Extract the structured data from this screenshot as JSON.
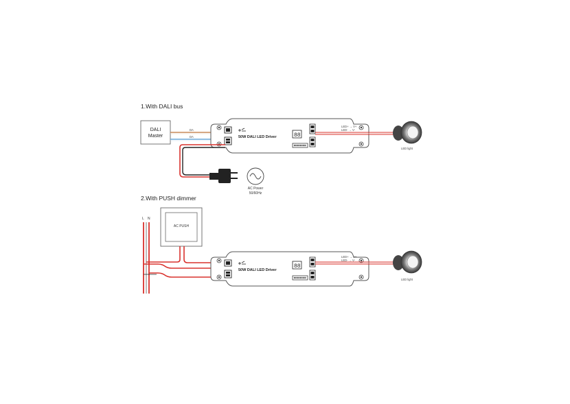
{
  "section1": {
    "heading": "1.With DALI bus",
    "master_line1": "DALI",
    "master_line2": "Master",
    "da_top": "DA",
    "da_bottom": "DA",
    "driver_label": "50W DALI LED Driver",
    "output_plus": "LED+ → V+",
    "output_minus": "LED- → V-",
    "light_label": "LED light",
    "ac_power_line1": "AC Power",
    "ac_power_line2": "50/60Hz"
  },
  "section2": {
    "heading": "2.With PUSH dimmer",
    "line_l": "L",
    "line_n": "N",
    "push_label": "AC PUSH",
    "driver_label": "50W DALI LED Driver",
    "output_plus": "LED+ → V+",
    "output_minus": "LED- → V-",
    "light_label": "LED light"
  },
  "colors": {
    "wire_red": "#d9302b",
    "wire_brown": "#c98a5a",
    "wire_blue": "#6aa9d8",
    "wire_black": "#222222",
    "outline": "#555555"
  },
  "icons": [
    "switch-icon",
    "display-icon",
    "dip-switch-icon",
    "screw-terminal-icon",
    "plug-icon",
    "ac-wave-icon",
    "led-light-icon"
  ]
}
